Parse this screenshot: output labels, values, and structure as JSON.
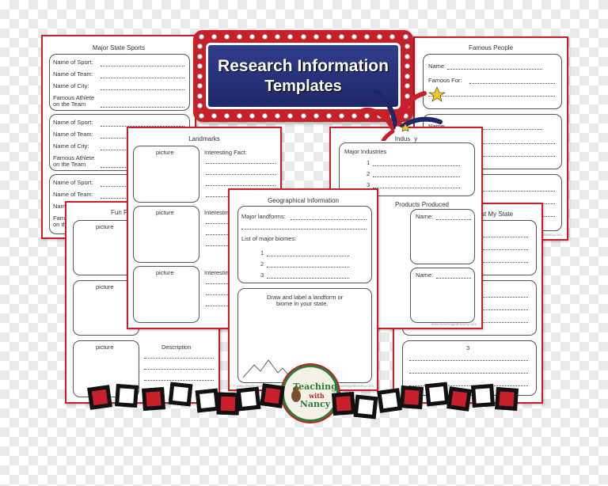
{
  "banner": {
    "line1": "Research Information",
    "line2": "Templates"
  },
  "sports": {
    "title": "Major State Sports",
    "blocks": [
      {
        "l1": "Name of Sport:",
        "l2": "Name of Team:",
        "l3": "Name of City:",
        "l4a": "Famous Athlete",
        "l4b": "on the Team"
      },
      {
        "l1": "Name of Sport:",
        "l2": "Name of Team:",
        "l3": "Name of City:",
        "l4a": "Famous Athlete",
        "l4b": "on the Team"
      },
      {
        "l1": "Name of Sport:",
        "l2": "Name of Team:",
        "l3": "Nam",
        "l4a": "Famo",
        "l4b": "on th"
      }
    ]
  },
  "famous": {
    "title": "Famous People",
    "name": "Name:",
    "famous_for": "Famous For:",
    "name2": "Name:"
  },
  "fun": {
    "title": "Fun Places",
    "picture": "picture",
    "description": "Description"
  },
  "landmarks": {
    "title": "Landmarks",
    "picture": "picture",
    "fact": "Interesting Fact:",
    "fact_cut": "Interestin"
  },
  "industry": {
    "title": "Industry",
    "major": "Major Industries",
    "n1": "1",
    "n2": "2",
    "n3": "3"
  },
  "products": {
    "title": "Products Produced",
    "name": "Name:",
    "footer": "www.teachingwithnancy.com"
  },
  "visit": {
    "title": "st My State",
    "n3": "3",
    "footer": "www.teachingwithnancy.com"
  },
  "geo": {
    "title": "Geographical Information",
    "landforms": "Major landforms:",
    "biomes": "List of major biomes:",
    "n1": "1",
    "n2": "2",
    "n3": "3",
    "draw1": "Draw and label a landform or",
    "draw2": "biome in your state.",
    "footer_left": "© www.teachingwithnancy.com",
    "footer_right": "www.teachingwithnancy.com"
  },
  "logo": {
    "line1": "Teaching",
    "line2": "with",
    "line3": "Nancy"
  },
  "colors": {
    "accent_red": "#c8202a",
    "banner_blue": "#263078",
    "logo_green": "#2a7a3a"
  }
}
